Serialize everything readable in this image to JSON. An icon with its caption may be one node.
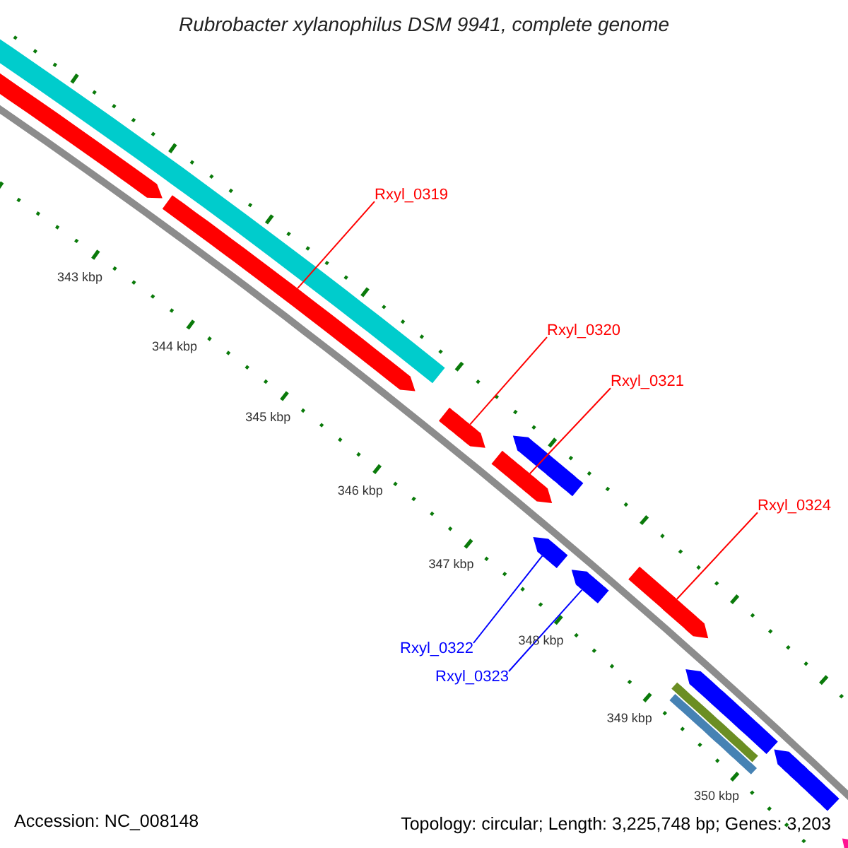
{
  "diagram": {
    "title": "Rubrobacter xylanophilus DSM 9941, complete genome",
    "nodes": [
      {
        "text": [
          "Rxyl_0319"
        ]
      },
      {
        "text": [
          "Rxyl_0320"
        ]
      },
      {
        "text": [
          "Rxyl_0321"
        ]
      },
      {
        "text": [
          "Rxyl_0324"
        ]
      },
      {
        "text": [
          "Rxyl_0322"
        ]
      },
      {
        "text": [
          "Rxyl_0323"
        ]
      },
      {
        "text": [],
        "shape": "bar"
      },
      {
        "text": [],
        "shape": "arrow"
      },
      {
        "text": [],
        "shape": "arrow"
      },
      {
        "text": [],
        "shape": "arrow"
      },
      {
        "text": [],
        "shape": "arrow"
      },
      {
        "text": [],
        "shape": "arrow"
      },
      {
        "text": [],
        "shape": "arrow"
      },
      {
        "text": [],
        "shape": "arrow"
      },
      {
        "text": [],
        "shape": "arrow"
      },
      {
        "text": [],
        "shape": "arrow"
      },
      {
        "text": [],
        "shape": "bar"
      },
      {
        "text": [],
        "shape": "bar"
      },
      {
        "text": [],
        "shape": "arrow"
      },
      {
        "text": [],
        "shape": "arrow"
      }
    ],
    "edges": [
      {
        "from": 0,
        "to": 8,
        "arrow": "none"
      },
      {
        "from": 1,
        "to": 9,
        "arrow": "none"
      },
      {
        "from": 2,
        "to": 11,
        "arrow": "none"
      },
      {
        "from": 3,
        "to": 14,
        "arrow": "none"
      },
      {
        "from": 4,
        "to": 12,
        "arrow": "none",
        "color": "#0000ff"
      },
      {
        "from": 5,
        "to": 13,
        "arrow": "none",
        "color": "#0000ff"
      }
    ],
    "labels": [
      "343 kbp",
      "344 kbp",
      "345 kbp",
      "346 kbp",
      "347 kbp",
      "348 kbp",
      "349 kbp",
      "350 kbp",
      "Accession: NC_008148",
      "Topology: circular; Length: 3,225,748 bp; Genes: 3,203"
    ]
  }
}
